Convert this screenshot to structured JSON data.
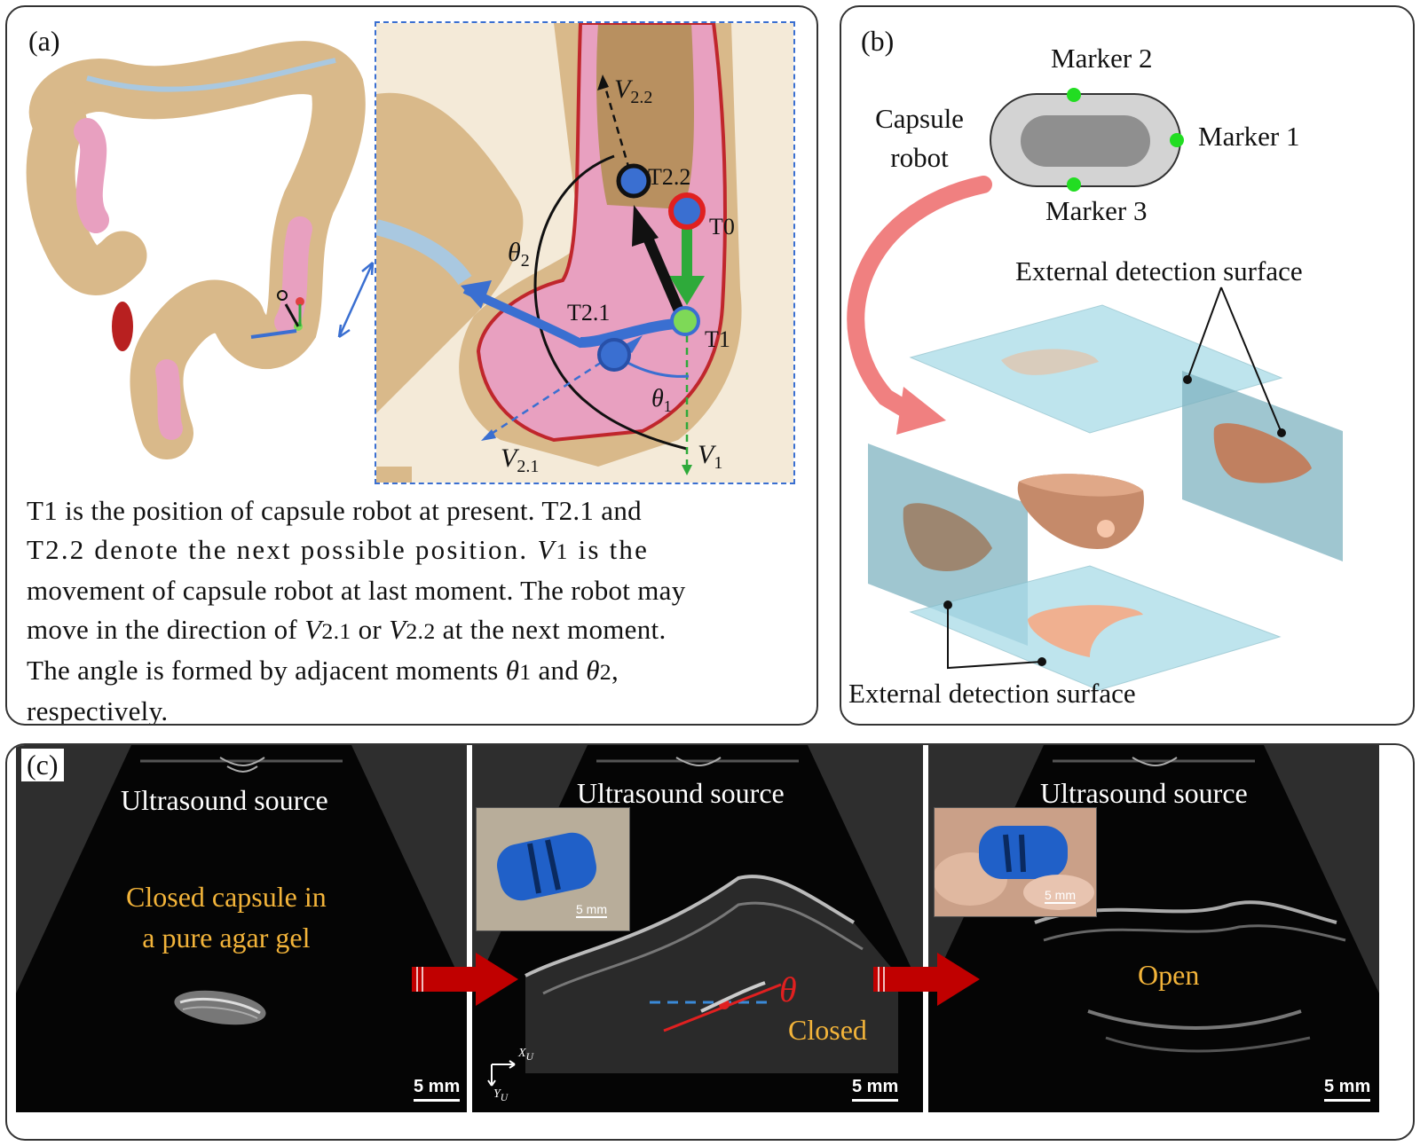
{
  "panel_a": {
    "tag": "(a)",
    "labels": {
      "v22": "V",
      "v22_sub": "2.2",
      "t22": "T2.2",
      "t0": "T0",
      "theta2": "θ",
      "theta2_sub": "2",
      "t21": "T2.1",
      "t1": "T1",
      "theta1": "θ",
      "theta1_sub": "1",
      "v21": "V",
      "v21_sub": "2.1",
      "v1": "V",
      "v1_sub": "1"
    },
    "caption": {
      "l1": "T1 is the position of capsule robot at present.  T2.1 and",
      "l2": "T2.2 denote the next possible position.",
      "l2_v": "V",
      "l2_vsub": "1",
      "l2_end": " is the",
      "l3": "movement of capsule robot at last moment. The robot may",
      "l4a": "move in the direction of ",
      "l4_v1": "V",
      "l4_v1sub": "2.1",
      "l4_or": " or ",
      "l4_v2": "V",
      "l4_v2sub": "2.2",
      "l4b": " at the next moment.",
      "l5a": "The angle  is  formed by adjacent moments ",
      "l5_t1": "θ",
      "l5_t1sub": "1",
      "l5_and": " and  ",
      "l5_t2": "θ",
      "l5_t2sub": "2",
      "l5_end": ",",
      "l6": "respectively."
    }
  },
  "panel_b": {
    "tag": "(b)",
    "capsule_label_1": "Capsule",
    "capsule_label_2": "robot",
    "marker1": "Marker 1",
    "marker2": "Marker 2",
    "marker3": "Marker 3",
    "surface_top": "External detection surface",
    "surface_bottom": "External detection surface"
  },
  "panel_c": {
    "tag": "(c)",
    "frames": [
      {
        "source": "Ultrasound source",
        "note_1": "Closed capsule in",
        "note_2": "a pure agar gel",
        "scale": "5 mm"
      },
      {
        "source": "Ultrasound source",
        "note_1": "Closed",
        "theta": "θ",
        "axis_x": "X",
        "axis_x_sub": "U",
        "axis_y": "Y",
        "axis_y_sub": "U",
        "inset_scale": "5 mm",
        "scale": "5 mm"
      },
      {
        "source": "Ultrasound source",
        "note_1": "Open",
        "inset_scale": "5 mm",
        "scale": "5 mm"
      }
    ]
  },
  "colors": {
    "tissue": "#d9b98a",
    "pink": "#e8a0c0",
    "marker_green": "#22dd22",
    "arrow_blue": "#3a6fd1",
    "arrow_green": "#2eaa3a",
    "arrow_red": "#c00000",
    "plane_blue": "#a9dbe8",
    "shape_brown": "#c08060",
    "label_yellow": "#f3b43a"
  }
}
